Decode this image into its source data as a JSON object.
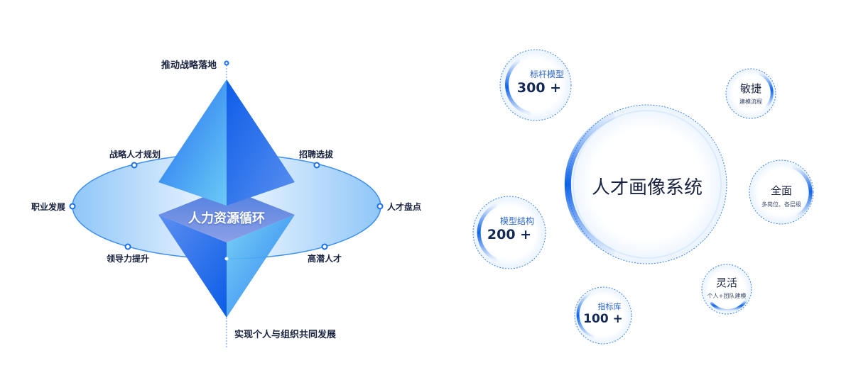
{
  "left": {
    "top_label": "推动战略落地",
    "bottom_label": "实现个人与组织共同发展",
    "center_label": "人力资源循环",
    "ring_items": [
      "战略人才规划",
      "招聘选拔",
      "职业发展",
      "人才盘点",
      "领导力提升",
      "高潜人才"
    ]
  },
  "right": {
    "core_label": "人才画像系统",
    "stats": [
      {
        "title": "标杆模型",
        "value": "300 +"
      },
      {
        "title": "模型结构",
        "value": "200 +"
      },
      {
        "title": "指标库",
        "value": "100 +"
      }
    ],
    "features": [
      {
        "title": "敏捷",
        "desc": "建模流程"
      },
      {
        "title": "全面",
        "desc": "多岗位、各层级"
      },
      {
        "title": "灵活",
        "desc": "个人+团队建模"
      }
    ]
  },
  "colors": {
    "primary": "#1a6ef0",
    "light": "#7cc8f8",
    "text": "#1a2340"
  }
}
